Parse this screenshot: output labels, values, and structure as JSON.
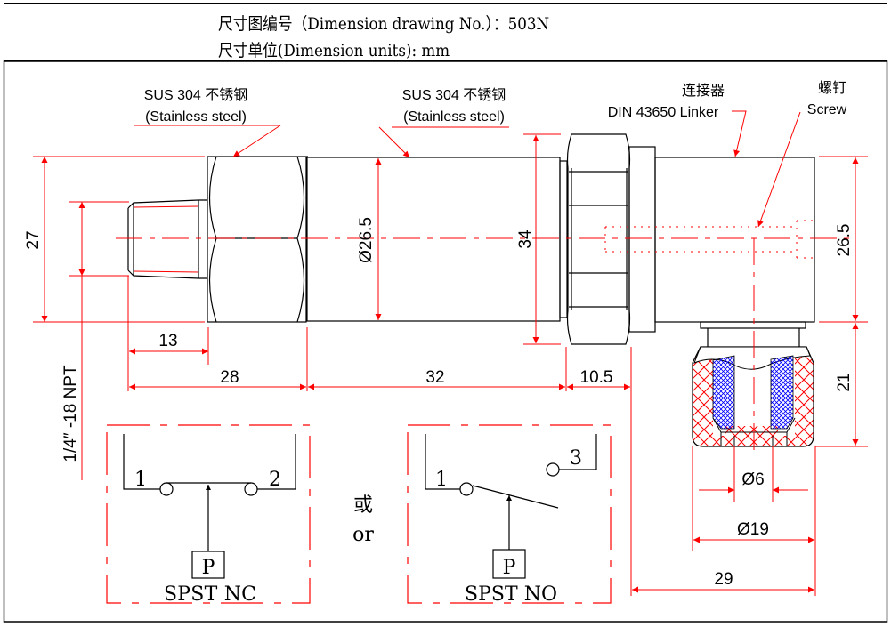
{
  "header": {
    "drawing_no_label": "尺寸图编号（Dimension drawing No.）：503N",
    "units_label": "尺寸单位(Dimension units): mm"
  },
  "callouts": {
    "hex_material_line1": "SUS 304 不锈钢",
    "hex_material_line2": "(Stainless steel)",
    "body_material_line1": "SUS 304 不锈钢",
    "body_material_line2": "(Stainless steel)",
    "connector_line1": "连接器",
    "connector_line2": "DIN 43650 Linker",
    "screw_line1": "螺钉",
    "screw_line2": "Screw"
  },
  "dimensions": {
    "hex_height": "27",
    "thread_spec": "1/4″ -18 NPT",
    "thread_length": "13",
    "hex_section_length": "28",
    "body_diameter": "Ø26.5",
    "body_length": "32",
    "nut_height": "34",
    "nut_length": "10.5",
    "connector_height": "26.5",
    "cable_gland_height": "21",
    "cable_inner_diameter": "Ø6",
    "cable_outer_diameter": "Ø19",
    "connector_width": "29"
  },
  "switch_diagrams": {
    "nc": {
      "pin_left": "1",
      "pin_right": "2",
      "pressure": "P",
      "label": "SPST NC"
    },
    "separator_cn": "或",
    "separator_en": "or",
    "no": {
      "pin_left": "1",
      "pin_right": "3",
      "pressure": "P",
      "label": "SPST NO"
    }
  },
  "colors": {
    "outline": "#000000",
    "dimension": "#ff0000",
    "hatch_blue": "#0000ff"
  }
}
